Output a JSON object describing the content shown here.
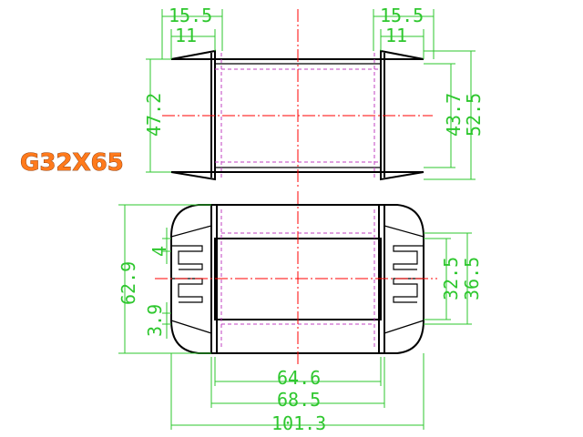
{
  "title": "G32X65",
  "colors": {
    "object": "#000000",
    "dimension": "#2ec72e",
    "center_line": "#ff0000",
    "hidden_line": "#c040c0",
    "title": "#ff7a1c"
  },
  "dimensions": {
    "top_left_outer": "15.5",
    "top_left_inner": "11",
    "top_right_outer": "15.5",
    "top_right_inner": "11",
    "top_height_left": "47.2",
    "top_height_right_inner": "43.7",
    "top_height_right_outer": "52.5",
    "front_height": "62.9",
    "front_slot": "4",
    "front_flange": "3.9",
    "front_inner_height": "32.5",
    "front_outer_height": "36.5",
    "width_inner": "64.6",
    "width_mid": "68.5",
    "width_total": "101.3"
  }
}
